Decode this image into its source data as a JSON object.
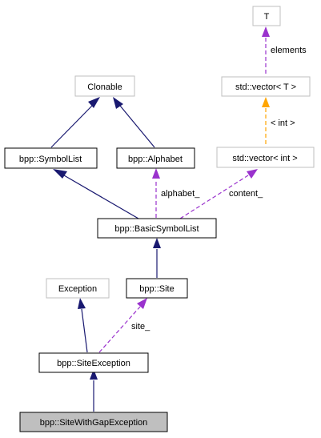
{
  "colors": {
    "inheritance_edge": "#191970",
    "usage_edge": "#9a32cd",
    "template_edge": "#ffa500",
    "node_border_strong": "#000000",
    "node_border_external": "#bfbfbf",
    "node_fill": "#ffffff",
    "node_fill_highlight": "#bfbfbf"
  },
  "nodes": {
    "T": "T",
    "std_vector_T": "std::vector< T >",
    "std_vector_int": "std::vector< int >",
    "Clonable": "Clonable",
    "SymbolList": "bpp::SymbolList",
    "Alphabet": "bpp::Alphabet",
    "BasicSymbolList": "bpp::BasicSymbolList",
    "Exception": "Exception",
    "Site": "bpp::Site",
    "SiteException": "bpp::SiteException",
    "SiteWithGapException": "bpp::SiteWithGapException"
  },
  "edge_labels": {
    "elements": "elements",
    "int_param": "< int >",
    "alphabet": "alphabet_",
    "content": "content_",
    "site": "site_"
  }
}
